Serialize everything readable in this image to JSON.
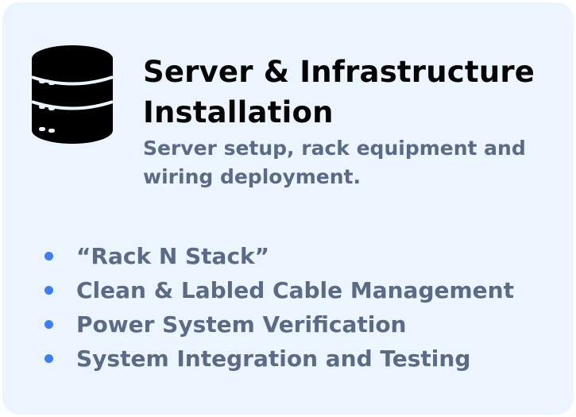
{
  "card": {
    "icon": "server-database-icon",
    "title": "Server & Infrastructure Installation",
    "subtitle": "Server setup, rack equipment and wiring deployment.",
    "features": [
      "“Rack N Stack”",
      "Clean & Labled Cable Management",
      "Power System Verification",
      "System Integration and Testing"
    ]
  },
  "colors": {
    "card_background": "#ecf4fe",
    "title": "#050505",
    "muted_text": "#5b6b86",
    "bullet": "#3f7df0",
    "icon": "#000000"
  }
}
